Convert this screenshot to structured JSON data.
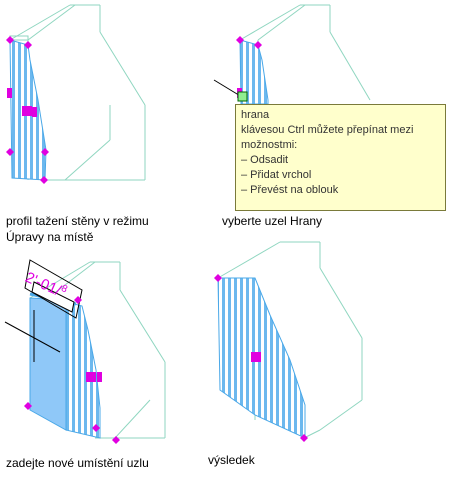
{
  "captions": {
    "panel1_line1": "profil tažení stěny v režimu",
    "panel1_line2": "Úpravy na místě",
    "panel2": "vyberte uzel Hrany",
    "panel3": "zadejte nové umístění uzlu",
    "panel4": "výsledek"
  },
  "tooltip": {
    "title": "hrana",
    "line1": "klávesou Ctrl můžete přepínat mezi",
    "line2": "možnostmi:",
    "items": [
      "– Odsadit",
      "– Přidat vrchol",
      "– Převést na oblouk"
    ]
  },
  "dimension_label": "2'-01/",
  "dimension_label_2": "8",
  "colors": {
    "wireframe": "#8fd6c0",
    "hatch": "#4aa8e8",
    "grip": "#e000e0",
    "fill": "#8fc8f8",
    "tooltip_bg": "#ffffcc"
  }
}
